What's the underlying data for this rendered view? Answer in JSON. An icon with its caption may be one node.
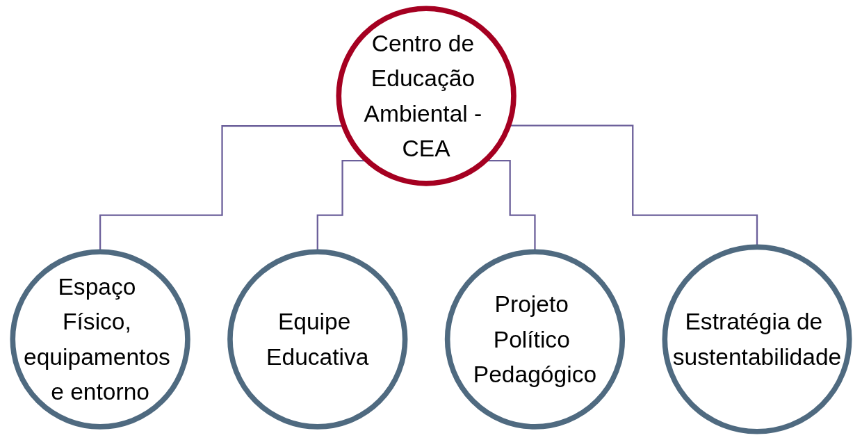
{
  "diagram": {
    "nodes": [
      {
        "text": [
          "Centro de Educação Ambiental - CEA"
        ]
      },
      {
        "text": [
          "Espaço Físico, equipamentos e entorno"
        ]
      },
      {
        "text": [
          "Equipe Educativa"
        ]
      },
      {
        "text": [
          "Projeto Político Pedagógico"
        ]
      },
      {
        "text": [
          "Estratégia de sustentabilidade"
        ]
      }
    ],
    "edges": [
      {
        "from": 0,
        "to": 1,
        "arrow": "none"
      },
      {
        "from": 0,
        "to": 2,
        "arrow": "none"
      },
      {
        "from": 0,
        "to": 3,
        "arrow": "none"
      },
      {
        "from": 0,
        "to": 4,
        "arrow": "none"
      }
    ]
  }
}
